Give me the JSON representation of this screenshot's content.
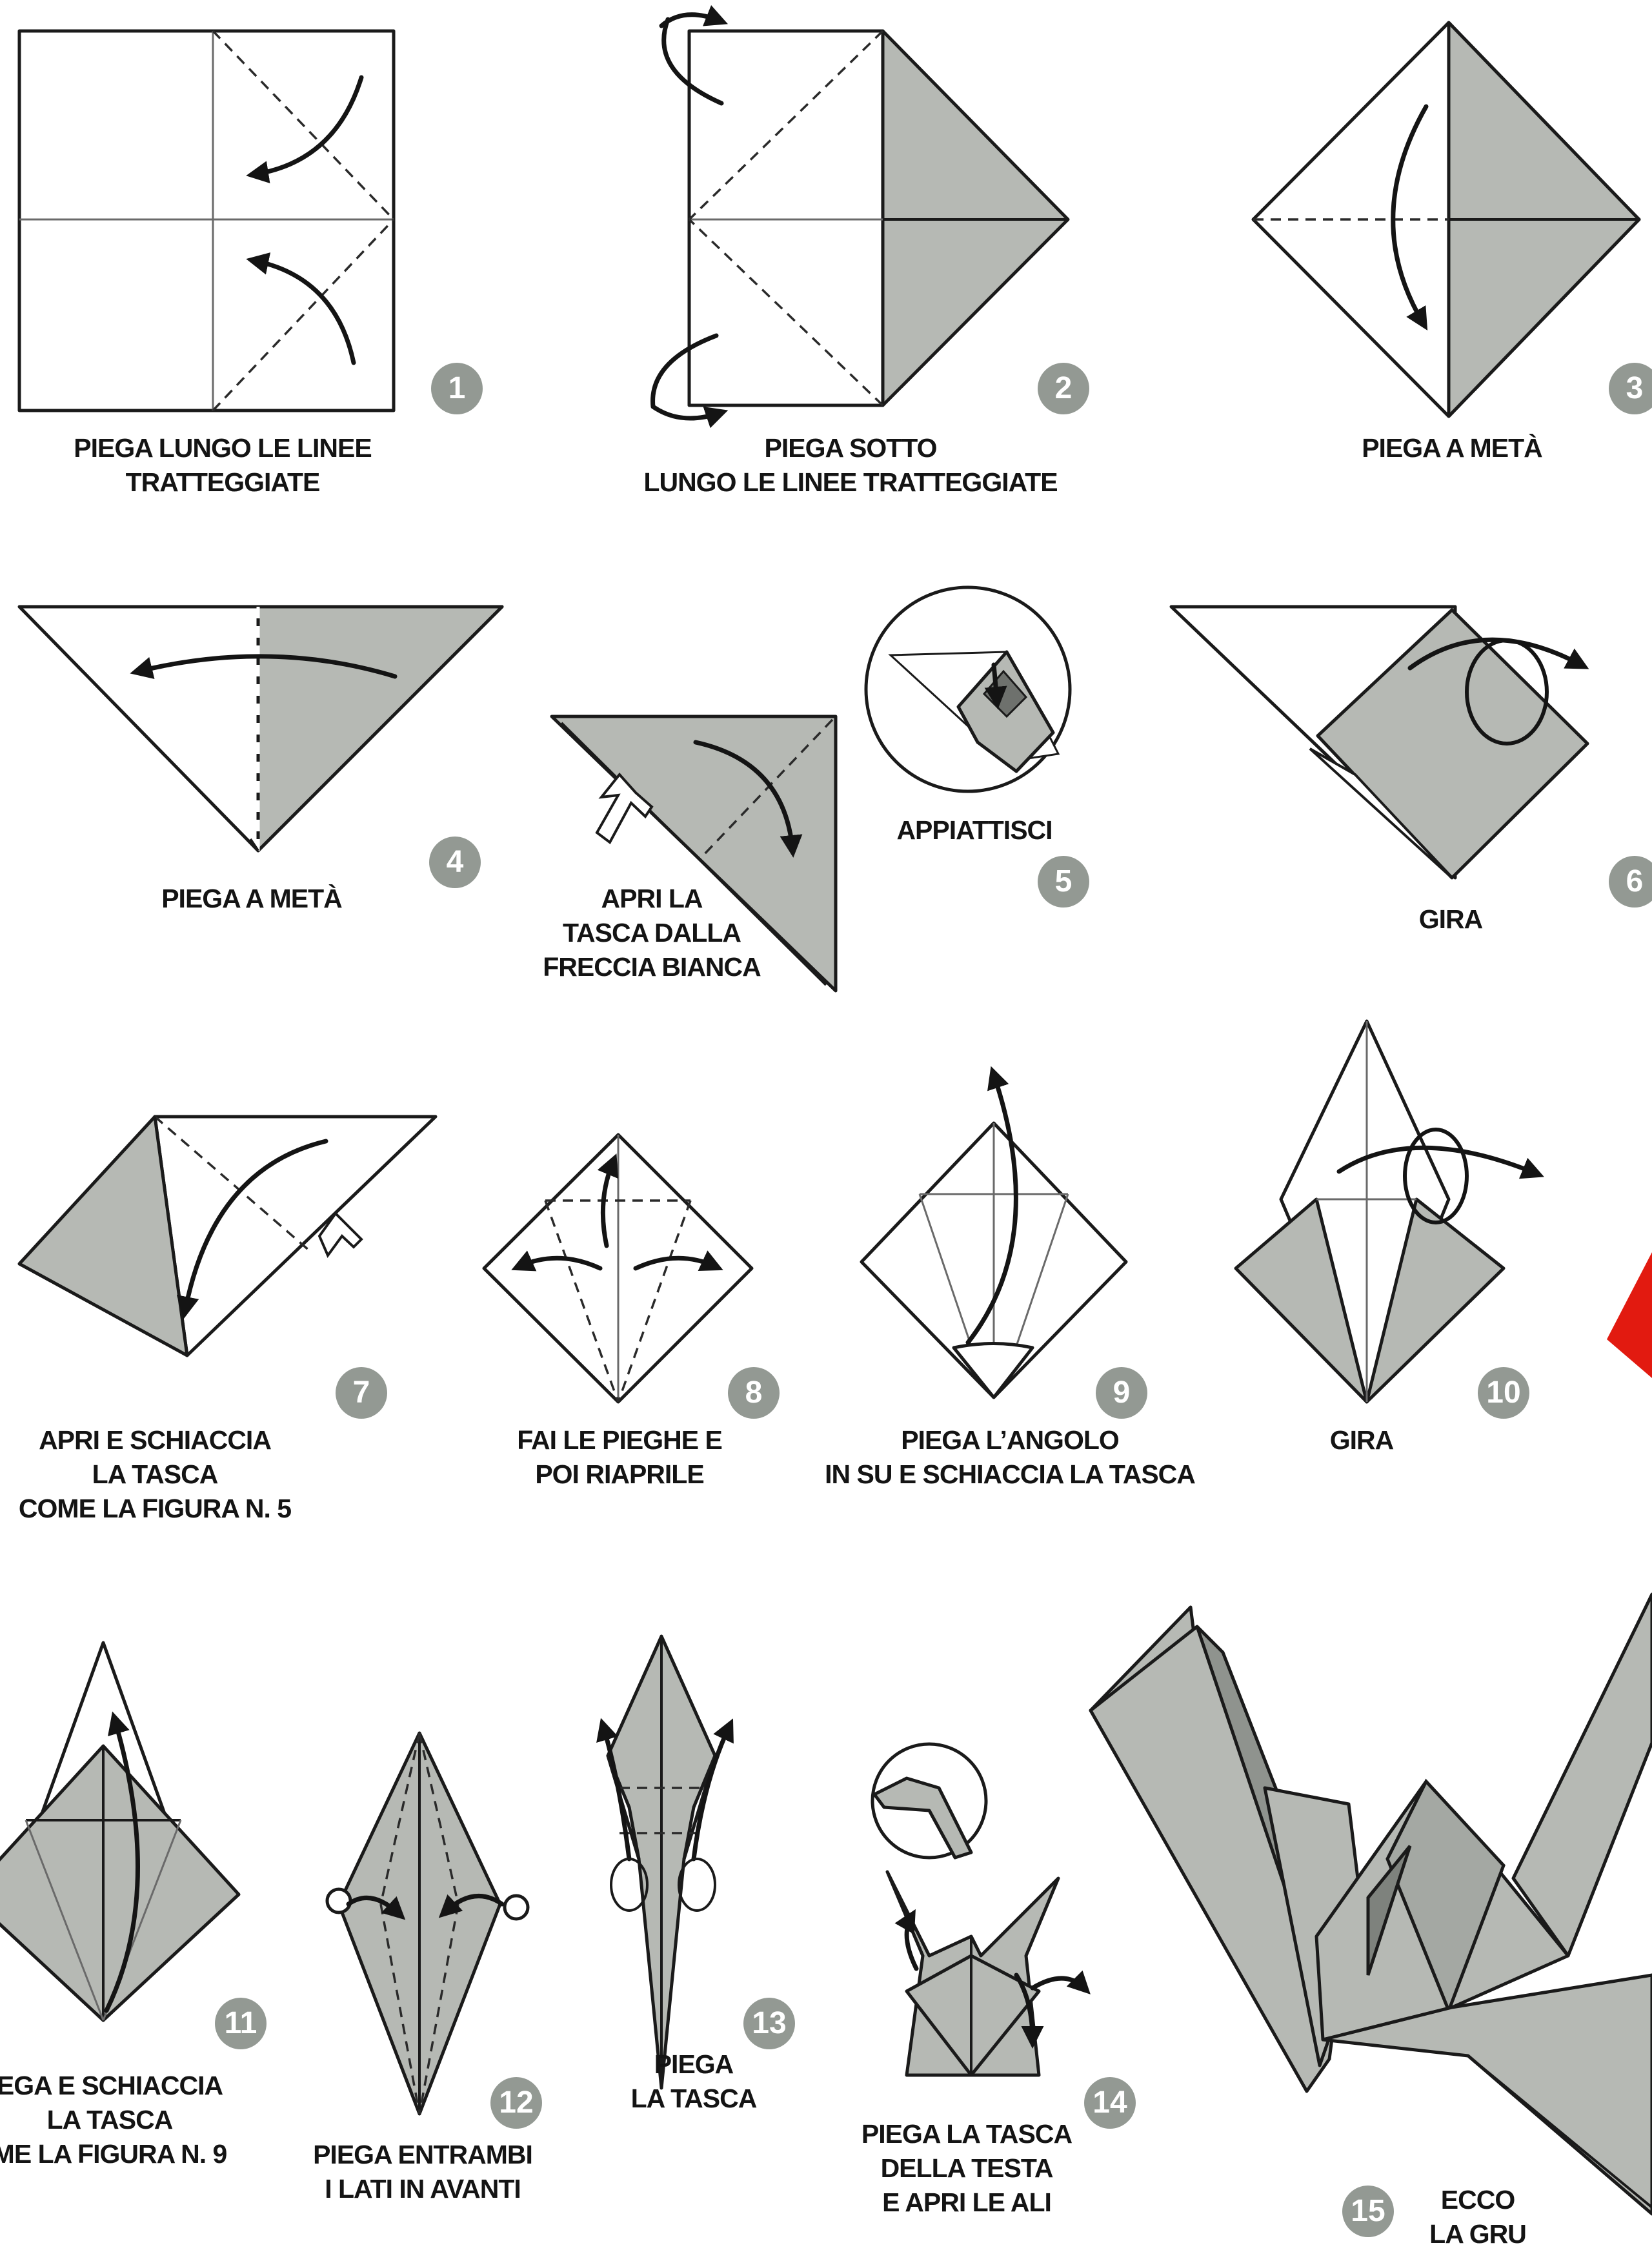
{
  "steps": [
    {
      "number": "1",
      "caption": [
        "PIEGA LUNGO LE LINEE",
        "TRATTEGGIATE"
      ]
    },
    {
      "number": "2",
      "caption": [
        "PIEGA SOTTO",
        "LUNGO LE LINEE TRATTEGGIATE"
      ]
    },
    {
      "number": "3",
      "caption": [
        "PIEGA A METÀ"
      ]
    },
    {
      "number": "4",
      "caption": [
        "PIEGA A METÀ"
      ]
    },
    {
      "number": "5",
      "caption": [
        "APRI LA",
        "TASCA DALLA",
        "FRECCIA BIANCA"
      ],
      "caption_b": [
        "APPIATTISCI"
      ]
    },
    {
      "number": "6",
      "caption": [
        "GIRA"
      ]
    },
    {
      "number": "7",
      "caption": [
        "APRI E SCHIACCIA",
        "LA TASCA",
        "COME LA FIGURA N. 5"
      ]
    },
    {
      "number": "8",
      "caption": [
        "FAI LE PIEGHE E",
        "POI RIAPRILE"
      ]
    },
    {
      "number": "9",
      "caption": [
        "PIEGA L’ANGOLO",
        "IN SU E SCHIACCIA LA TASCA"
      ]
    },
    {
      "number": "10",
      "caption": [
        "GIRA"
      ]
    },
    {
      "number": "11",
      "caption": [
        "EGA E SCHIACCIA",
        "LA TASCA",
        "ME LA FIGURA N. 9"
      ]
    },
    {
      "number": "12",
      "caption": [
        "PIEGA ENTRAMBI",
        "I LATI IN AVANTI"
      ]
    },
    {
      "number": "13",
      "caption": [
        "PIEGA",
        "LA TASCA"
      ]
    },
    {
      "number": "14",
      "caption": [
        "PIEGA LA TASCA",
        "DELLA TESTA",
        "E APRI LE ALI"
      ]
    },
    {
      "number": "15",
      "caption": [
        "ECCO",
        "LA GRU"
      ]
    }
  ],
  "colors": {
    "paper_gray": "#b6b9b4",
    "badge": "#939993",
    "accent_red": "#e21a10"
  }
}
